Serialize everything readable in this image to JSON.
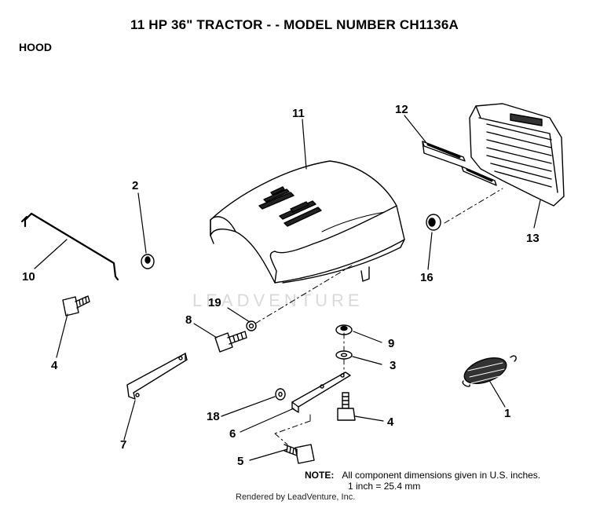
{
  "title": "11 HP  36\"  TRACTOR  - - MODEL NUMBER CH1136A",
  "section": "HOOD",
  "watermark": "LEADVENTURE",
  "note_label": "NOTE:",
  "note_line1": "All component dimensions given in U.S. inches.",
  "note_line2": "1 inch = 25.4 mm",
  "rendered_by": "Rendered by LeadVenture, Inc.",
  "callouts": [
    "11",
    "12",
    "13",
    "2",
    "10",
    "16",
    "19",
    "8",
    "4",
    "9",
    "3",
    "1",
    "7",
    "18",
    "6",
    "4",
    "5"
  ]
}
